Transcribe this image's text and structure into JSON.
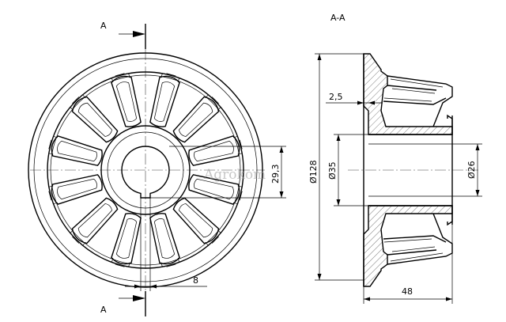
{
  "section_mark": "A",
  "section_title": "A-A",
  "dimensions": {
    "d128": "Ø128",
    "d35": "Ø35",
    "d26": "Ø26",
    "width_48": "48",
    "flange_2_5": "2,5",
    "keyway_29_3": "29,3",
    "key_8": "8"
  },
  "watermark": "Agrokom",
  "colors": {
    "line": "#000000",
    "hatch": "#000000",
    "background": "#ffffff",
    "watermark": "#9a9a9a"
  }
}
